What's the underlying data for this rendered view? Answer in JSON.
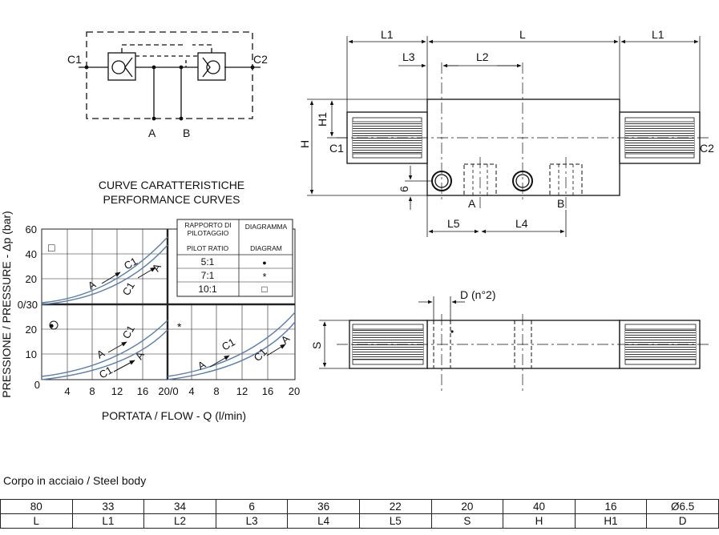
{
  "circuit": {
    "port_c1": "C1",
    "port_c2": "C2",
    "port_a": "A",
    "port_b": "B"
  },
  "curves": {
    "title_it": "CURVE CARATTERISTICHE",
    "title_en": "PERFORMANCE CURVES",
    "y_label": "PRESSIONE / PRESSURE - Δp (bar)",
    "x_label": "PORTATA / FLOW - Q (l/min)",
    "y_ticks_upper": [
      "60",
      "40",
      "20",
      "0/30"
    ],
    "y_ticks_lower": [
      "20",
      "10",
      "0"
    ],
    "x_ticks_left": [
      "4",
      "8",
      "12",
      "16",
      "20/0"
    ],
    "x_ticks_right": [
      "4",
      "8",
      "12",
      "16",
      "20"
    ],
    "curve_label_a": "A",
    "curve_label_c1": "C1",
    "marker_circle": "●",
    "marker_star": "*",
    "marker_square": "□"
  },
  "legend": {
    "header_ratio": "RAPPORTO DI PILOTAGGIO",
    "header_diagram": "DIAGRAMMA",
    "subheader_ratio": "PILOT RATIO",
    "subheader_diagram": "DIAGRAM",
    "rows": [
      {
        "ratio": "5:1",
        "symbol": "●"
      },
      {
        "ratio": "7:1",
        "symbol": "*"
      },
      {
        "ratio": "10:1",
        "symbol": "□"
      }
    ]
  },
  "dimensions": {
    "l1": "L1",
    "l": "L",
    "l3": "L3",
    "l2": "L2",
    "h1": "H1",
    "h": "H",
    "six": "6",
    "l5": "L5",
    "l4": "L4",
    "d": "D (n°2)",
    "s": "S",
    "c1": "C1",
    "c2": "C2",
    "a": "A",
    "b": "B"
  },
  "caption": "Corpo in acciaio / Steel body",
  "spec_table": {
    "values": [
      "80",
      "33",
      "34",
      "6",
      "36",
      "22",
      "20",
      "40",
      "16",
      "Ø6.5"
    ],
    "labels": [
      "L",
      "L1",
      "L2",
      "L3",
      "L4",
      "L5",
      "S",
      "H",
      "H1",
      "D"
    ]
  },
  "colors": {
    "curve": "#5a7fa8",
    "line": "#111111"
  }
}
